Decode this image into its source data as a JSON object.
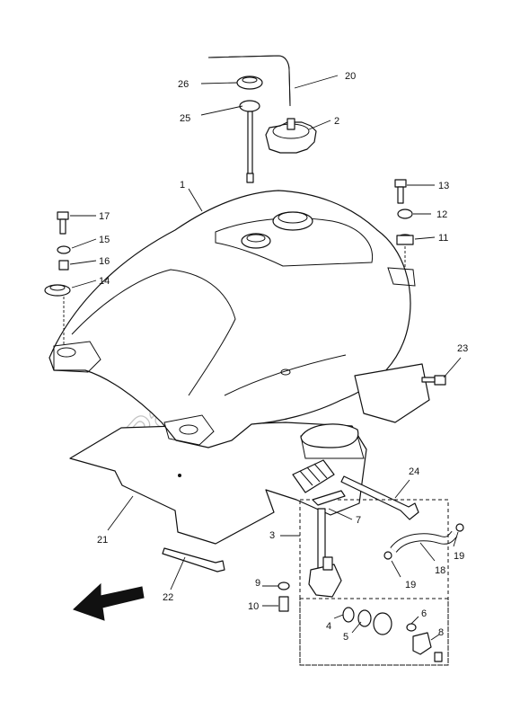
{
  "watermark": {
    "text": "PartsRepublik"
  },
  "callouts": [
    {
      "id": "c1",
      "label": "1"
    },
    {
      "id": "c2",
      "label": "2"
    },
    {
      "id": "c3",
      "label": "3"
    },
    {
      "id": "c4",
      "label": "4"
    },
    {
      "id": "c5",
      "label": "5"
    },
    {
      "id": "c6",
      "label": "6"
    },
    {
      "id": "c7",
      "label": "7"
    },
    {
      "id": "c8",
      "label": "8"
    },
    {
      "id": "c9",
      "label": "9"
    },
    {
      "id": "c10",
      "label": "10"
    },
    {
      "id": "c11",
      "label": "11"
    },
    {
      "id": "c12",
      "label": "12"
    },
    {
      "id": "c13",
      "label": "13"
    },
    {
      "id": "c14",
      "label": "14"
    },
    {
      "id": "c15",
      "label": "15"
    },
    {
      "id": "c16",
      "label": "16"
    },
    {
      "id": "c17",
      "label": "17"
    },
    {
      "id": "c18",
      "label": "18"
    },
    {
      "id": "c19a",
      "label": "19"
    },
    {
      "id": "c19b",
      "label": "19"
    },
    {
      "id": "c20",
      "label": "20"
    },
    {
      "id": "c21",
      "label": "21"
    },
    {
      "id": "c22",
      "label": "22"
    },
    {
      "id": "c23",
      "label": "23"
    },
    {
      "id": "c24",
      "label": "24"
    },
    {
      "id": "c25",
      "label": "25"
    },
    {
      "id": "c26",
      "label": "26"
    }
  ],
  "icons": {
    "direction_arrow": "front-direction-arrow-icon",
    "watermark_logo": "gear-logo-icon"
  }
}
